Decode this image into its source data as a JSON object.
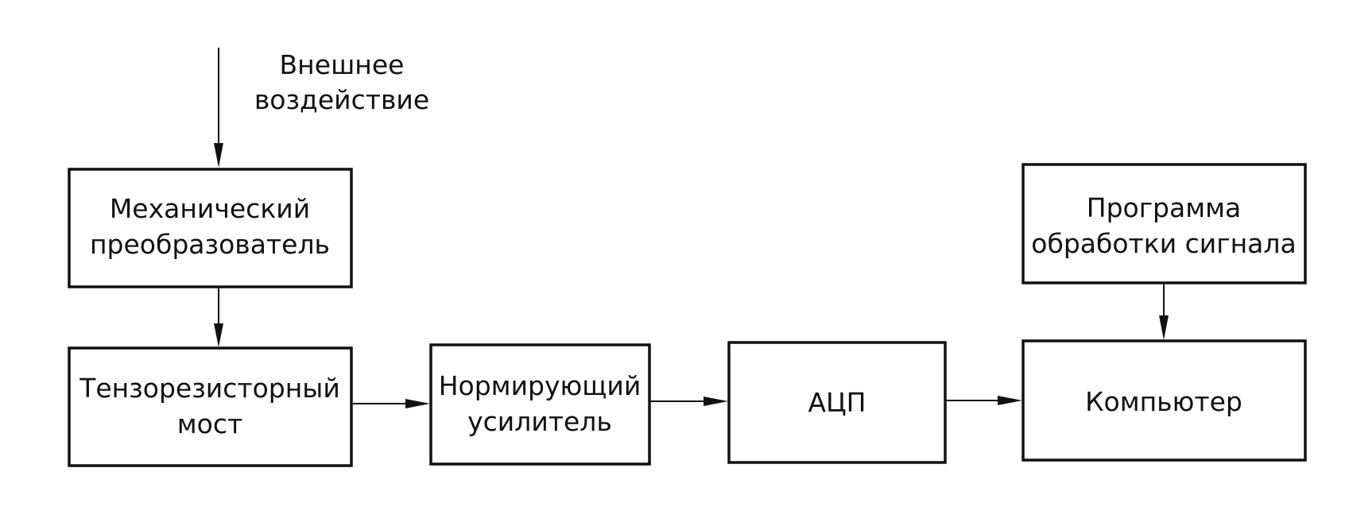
{
  "diagram": {
    "input": {
      "line1": "Внешнее",
      "line2": "воздействие"
    },
    "nodes": {
      "mech": {
        "line1": "Механический",
        "line2": "преобразователь"
      },
      "bridge": {
        "line1": "Тензорезисторный",
        "line2": "мост"
      },
      "amp": {
        "line1": "Нормирующий",
        "line2": "усилитель"
      },
      "adc": {
        "line1": "АЦП"
      },
      "computer": {
        "line1": "Компьютер"
      },
      "program": {
        "line1": "Программа",
        "line2": "обработки сигнала"
      }
    },
    "edges": [
      {
        "from": "input",
        "to": "mech"
      },
      {
        "from": "mech",
        "to": "bridge"
      },
      {
        "from": "bridge",
        "to": "amp"
      },
      {
        "from": "amp",
        "to": "adc"
      },
      {
        "from": "adc",
        "to": "computer"
      },
      {
        "from": "program",
        "to": "computer"
      }
    ]
  }
}
